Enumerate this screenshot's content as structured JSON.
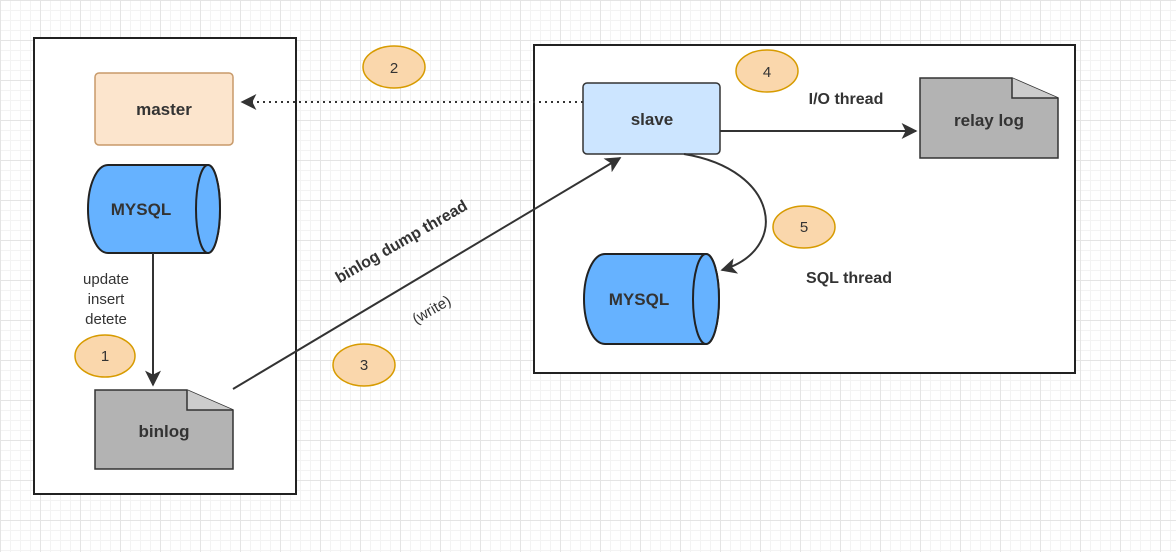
{
  "nodes": {
    "master": "master",
    "master_db": "MYSQL",
    "binlog": "binlog",
    "slave": "slave",
    "relay_log": "relay log",
    "slave_db": "MYSQL"
  },
  "operations": [
    "update",
    "insert",
    "detete"
  ],
  "labels": {
    "binlog_dump_thread": "binlog dump thread",
    "write": "(write)",
    "io_thread": "I/O thread",
    "sql_thread": "SQL thread"
  },
  "steps": [
    "1",
    "2",
    "3",
    "4",
    "5"
  ],
  "colors": {
    "master_fill": "#fce5cd",
    "master_stroke": "#c89a6a",
    "db_fill": "#66b2ff",
    "slave_fill": "#cce5ff",
    "slave_stroke": "#7799bb",
    "doc_fill": "#b3b3b3",
    "doc_stroke": "#666666",
    "step_fill": "#fad7ac",
    "step_stroke": "#d79b00",
    "line": "#333333"
  }
}
